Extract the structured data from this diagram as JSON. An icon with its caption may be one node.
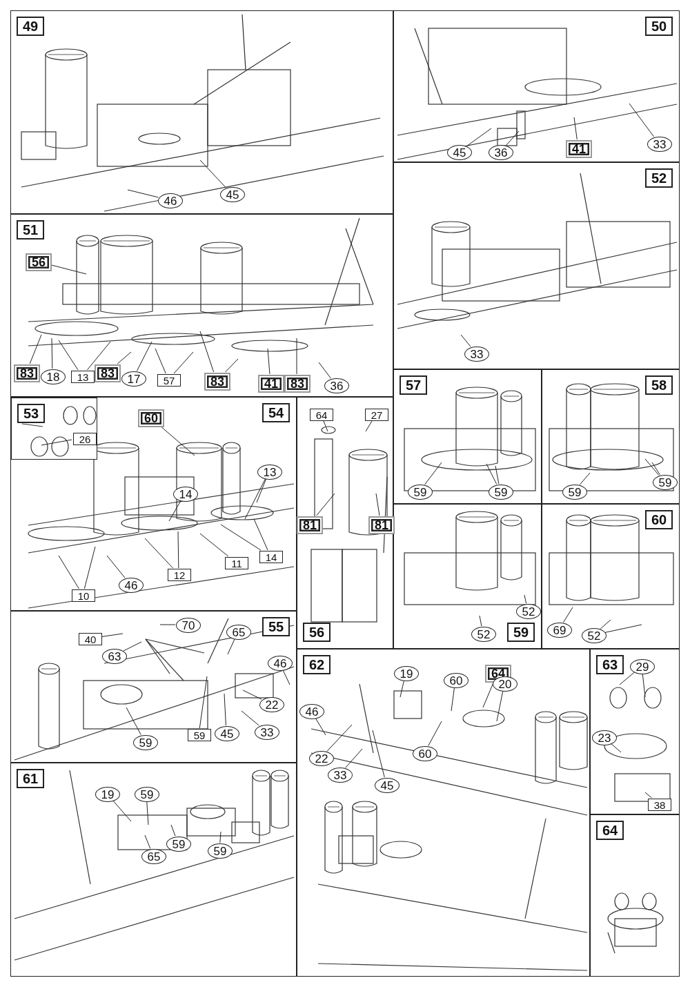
{
  "diagram": {
    "nodes": [
      {
        "text": [
          "49"
        ]
      },
      {
        "text": [
          "45"
        ],
        "in": 0
      },
      {
        "text": [
          "46"
        ],
        "in": 0
      },
      {
        "text": [
          "50"
        ]
      },
      {
        "text": [
          "41"
        ],
        "in": 3
      },
      {
        "text": [
          "45"
        ],
        "in": 3
      },
      {
        "text": [
          "36"
        ],
        "in": 3
      },
      {
        "text": [
          "33"
        ],
        "in": 3
      },
      {
        "text": [
          "51"
        ]
      },
      {
        "text": [
          "56"
        ],
        "in": 8
      },
      {
        "text": [
          "83"
        ],
        "in": 8
      },
      {
        "text": [
          "18"
        ],
        "in": 8
      },
      {
        "text": [
          "13"
        ],
        "in": 8
      },
      {
        "text": [
          "83"
        ],
        "in": 8
      },
      {
        "text": [
          "17"
        ],
        "in": 8
      },
      {
        "text": [
          "57"
        ],
        "in": 8
      },
      {
        "text": [
          "83"
        ],
        "in": 8
      },
      {
        "text": [
          "41"
        ],
        "in": 8
      },
      {
        "text": [
          "83"
        ],
        "in": 8
      },
      {
        "text": [
          "36"
        ],
        "in": 8
      },
      {
        "text": [
          "52"
        ]
      },
      {
        "text": [
          "33"
        ],
        "in": 20
      },
      {
        "text": [
          "54"
        ]
      },
      {
        "text": [
          "53"
        ],
        "in": 22
      },
      {
        "text": [
          "26"
        ],
        "in": 23
      },
      {
        "text": [
          "60"
        ],
        "in": 22
      },
      {
        "text": [
          "13"
        ],
        "in": 22
      },
      {
        "text": [
          "14"
        ],
        "in": 22
      },
      {
        "text": [
          "14"
        ],
        "in": 22
      },
      {
        "text": [
          "11"
        ],
        "in": 22
      },
      {
        "text": [
          "12"
        ],
        "in": 22
      },
      {
        "text": [
          "46"
        ],
        "in": 22
      },
      {
        "text": [
          "10"
        ],
        "in": 22
      },
      {
        "text": [
          "55"
        ]
      },
      {
        "text": [
          "70"
        ],
        "in": 33
      },
      {
        "text": [
          "40"
        ],
        "in": 33
      },
      {
        "text": [
          "63"
        ],
        "in": 33
      },
      {
        "text": [
          "65"
        ],
        "in": 33
      },
      {
        "text": [
          "46"
        ],
        "in": 33
      },
      {
        "text": [
          "22"
        ],
        "in": 33
      },
      {
        "text": [
          "59"
        ],
        "in": 33
      },
      {
        "text": [
          "45"
        ],
        "in": 33
      },
      {
        "text": [
          "33"
        ],
        "in": 33
      },
      {
        "text": [
          "59"
        ],
        "in": 33
      },
      {
        "text": [
          "56"
        ]
      },
      {
        "text": [
          "64"
        ],
        "in": 44
      },
      {
        "text": [
          "27"
        ],
        "in": 44
      },
      {
        "text": [
          "81"
        ],
        "in": 44
      },
      {
        "text": [
          "81"
        ],
        "in": 44
      },
      {
        "text": [
          "57"
        ]
      },
      {
        "text": [
          "59"
        ],
        "in": 49
      },
      {
        "text": [
          "59"
        ],
        "in": 49
      },
      {
        "text": [
          "58"
        ]
      },
      {
        "text": [
          "59"
        ],
        "in": 52
      },
      {
        "text": [
          "59"
        ],
        "in": 52
      },
      {
        "text": [
          "59"
        ]
      },
      {
        "text": [
          "52"
        ],
        "in": 55
      },
      {
        "text": [
          "52"
        ],
        "in": 55
      },
      {
        "text": [
          "60"
        ]
      },
      {
        "text": [
          "69"
        ],
        "in": 58
      },
      {
        "text": [
          "52"
        ],
        "in": 58
      },
      {
        "text": [
          "61"
        ]
      },
      {
        "text": [
          "19"
        ],
        "in": 61
      },
      {
        "text": [
          "59"
        ],
        "in": 61
      },
      {
        "text": [
          "59"
        ],
        "in": 61
      },
      {
        "text": [
          "65"
        ],
        "in": 61
      },
      {
        "text": [
          "59"
        ],
        "in": 61
      },
      {
        "text": [
          "62"
        ]
      },
      {
        "text": [
          "19"
        ],
        "in": 67
      },
      {
        "text": [
          "60"
        ],
        "in": 67
      },
      {
        "text": [
          "64"
        ],
        "in": 67
      },
      {
        "text": [
          "20"
        ],
        "in": 67
      },
      {
        "text": [
          "46"
        ],
        "in": 67
      },
      {
        "text": [
          "22"
        ],
        "in": 67
      },
      {
        "text": [
          "60"
        ],
        "in": 67
      },
      {
        "text": [
          "33"
        ],
        "in": 67
      },
      {
        "text": [
          "45"
        ],
        "in": 67
      },
      {
        "text": [
          "63"
        ]
      },
      {
        "text": [
          "29"
        ],
        "in": 77
      },
      {
        "text": [
          "23"
        ],
        "in": 77
      },
      {
        "text": [
          "38"
        ],
        "in": 77
      },
      {
        "text": [
          "64"
        ]
      }
    ],
    "edges": [
      {
        "from": 1,
        "to": null,
        "arrow": "none"
      },
      {
        "from": 2,
        "to": null,
        "arrow": "none"
      },
      {
        "from": 4,
        "to": null,
        "arrow": "none"
      },
      {
        "from": 5,
        "to": null,
        "arrow": "none"
      },
      {
        "from": 6,
        "to": null,
        "arrow": "none"
      },
      {
        "from": 7,
        "to": null,
        "arrow": "none"
      },
      {
        "from": 9,
        "to": null,
        "arrow": "none"
      },
      {
        "from": 10,
        "to": null,
        "arrow": "none"
      },
      {
        "from": 11,
        "to": null,
        "arrow": "none"
      },
      {
        "from": 12,
        "to": null,
        "arrow": "none"
      },
      {
        "from": 12,
        "to": null,
        "arrow": "none"
      },
      {
        "from": 13,
        "to": null,
        "arrow": "none"
      },
      {
        "from": 14,
        "to": null,
        "arrow": "none"
      },
      {
        "from": 15,
        "to": null,
        "arrow": "none"
      },
      {
        "from": 15,
        "to": null,
        "arrow": "none"
      },
      {
        "from": 16,
        "to": null,
        "arrow": "none"
      },
      {
        "from": 16,
        "to": null,
        "arrow": "none"
      },
      {
        "from": 17,
        "to": null,
        "arrow": "none"
      },
      {
        "from": 18,
        "to": null,
        "arrow": "none"
      },
      {
        "from": 19,
        "to": null,
        "arrow": "none"
      },
      {
        "from": 21,
        "to": null,
        "arrow": "none"
      },
      {
        "from": 24,
        "to": null,
        "arrow": "none"
      },
      {
        "from": 25,
        "to": null,
        "arrow": "none"
      },
      {
        "from": 26,
        "to": null,
        "arrow": "none"
      },
      {
        "from": 26,
        "to": null,
        "arrow": "none"
      },
      {
        "from": 27,
        "to": null,
        "arrow": "none"
      },
      {
        "from": 28,
        "to": null,
        "arrow": "none"
      },
      {
        "from": 28,
        "to": null,
        "arrow": "none"
      },
      {
        "from": 29,
        "to": null,
        "arrow": "none"
      },
      {
        "from": 30,
        "to": null,
        "arrow": "none"
      },
      {
        "from": 30,
        "to": null,
        "arrow": "none"
      },
      {
        "from": 31,
        "to": null,
        "arrow": "none"
      },
      {
        "from": 32,
        "to": null,
        "arrow": "none"
      },
      {
        "from": 32,
        "to": null,
        "arrow": "none"
      },
      {
        "from": 34,
        "to": null,
        "arrow": "none"
      },
      {
        "from": 35,
        "to": null,
        "arrow": "none"
      },
      {
        "from": 36,
        "to": null,
        "arrow": "none"
      },
      {
        "from": 37,
        "to": null,
        "arrow": "none"
      },
      {
        "from": 38,
        "to": null,
        "arrow": "none"
      },
      {
        "from": 39,
        "to": null,
        "arrow": "none"
      },
      {
        "from": 40,
        "to": null,
        "arrow": "none"
      },
      {
        "from": 41,
        "to": null,
        "arrow": "none"
      },
      {
        "from": 42,
        "to": null,
        "arrow": "none"
      },
      {
        "from": 43,
        "to": null,
        "arrow": "none"
      },
      {
        "from": 45,
        "to": null,
        "arrow": "none"
      },
      {
        "from": 46,
        "to": null,
        "arrow": "none"
      },
      {
        "from": 47,
        "to": null,
        "arrow": "none"
      },
      {
        "from": 48,
        "to": null,
        "arrow": "none"
      },
      {
        "from": 50,
        "to": null,
        "arrow": "none"
      },
      {
        "from": 51,
        "to": null,
        "arrow": "none"
      },
      {
        "from": 51,
        "to": null,
        "arrow": "none"
      },
      {
        "from": 53,
        "to": null,
        "arrow": "none"
      },
      {
        "from": 54,
        "to": null,
        "arrow": "none"
      },
      {
        "from": 54,
        "to": null,
        "arrow": "none"
      },
      {
        "from": 56,
        "to": null,
        "arrow": "none"
      },
      {
        "from": 57,
        "to": null,
        "arrow": "none"
      },
      {
        "from": 59,
        "to": null,
        "arrow": "none"
      },
      {
        "from": 60,
        "to": null,
        "arrow": "none"
      },
      {
        "from": 60,
        "to": null,
        "arrow": "none"
      },
      {
        "from": 62,
        "to": null,
        "arrow": "none"
      },
      {
        "from": 63,
        "to": null,
        "arrow": "none"
      },
      {
        "from": 64,
        "to": null,
        "arrow": "none"
      },
      {
        "from": 65,
        "to": null,
        "arrow": "none"
      },
      {
        "from": 66,
        "to": null,
        "arrow": "none"
      },
      {
        "from": 68,
        "to": null,
        "arrow": "none"
      },
      {
        "from": 69,
        "to": null,
        "arrow": "none"
      },
      {
        "from": 70,
        "to": null,
        "arrow": "none"
      },
      {
        "from": 71,
        "to": null,
        "arrow": "none"
      },
      {
        "from": 72,
        "to": null,
        "arrow": "none"
      },
      {
        "from": 73,
        "to": null,
        "arrow": "none"
      },
      {
        "from": 74,
        "to": null,
        "arrow": "none"
      },
      {
        "from": 75,
        "to": null,
        "arrow": "none"
      },
      {
        "from": 76,
        "to": null,
        "arrow": "none"
      },
      {
        "from": 78,
        "to": null,
        "arrow": "none"
      },
      {
        "from": 78,
        "to": null,
        "arrow": "none"
      },
      {
        "from": 79,
        "to": null,
        "arrow": "none"
      },
      {
        "from": 80,
        "to": null,
        "arrow": "none"
      }
    ]
  }
}
